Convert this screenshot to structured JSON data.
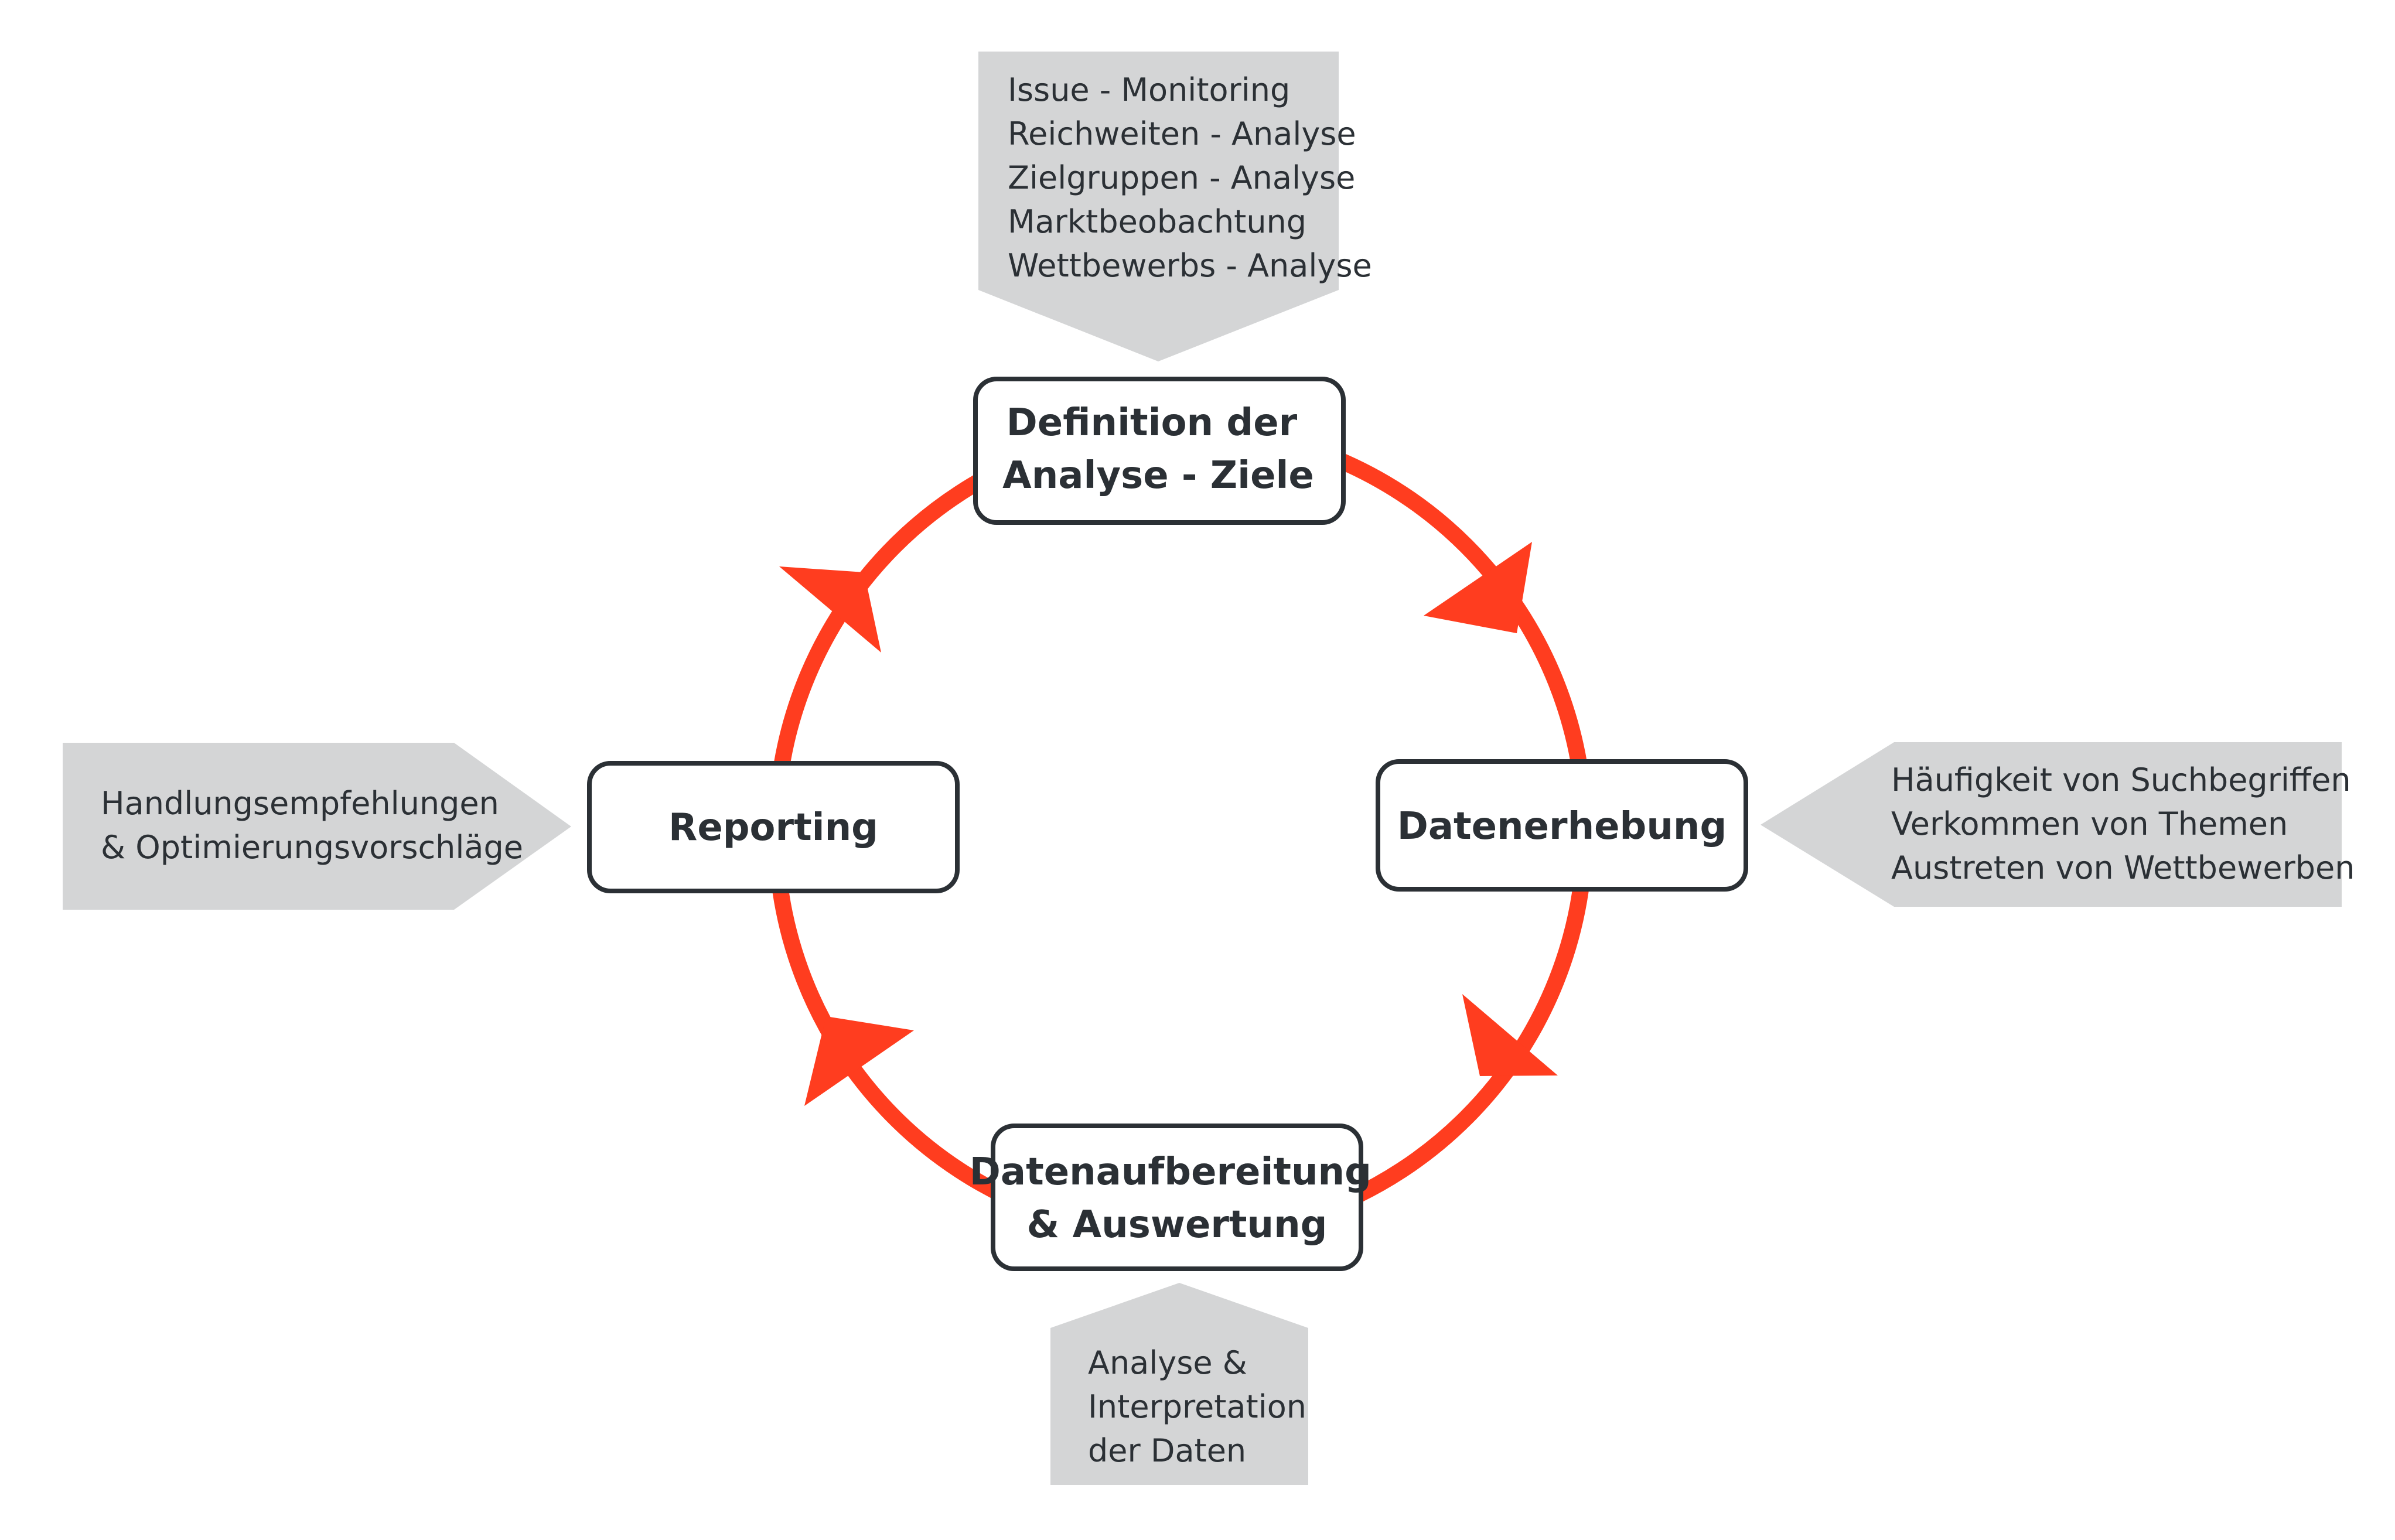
{
  "colors": {
    "cycle": "#ff3d1f",
    "node_border": "#2b3035",
    "node_fill": "#ffffff",
    "note_fill": "#d4d5d6",
    "text": "#2b3035"
  },
  "nodes": {
    "definition": {
      "lines": [
        "Definition der",
        "Analyse - Ziele"
      ]
    },
    "datenerhebung": {
      "lines": [
        "Datenerhebung"
      ]
    },
    "aufbereitung": {
      "lines": [
        "Datenaufbereitung",
        "& Auswertung"
      ]
    },
    "reporting": {
      "lines": [
        "Reporting"
      ]
    }
  },
  "notes": {
    "top": {
      "lines": [
        "Issue - Monitoring",
        "Reichweiten - Analyse",
        "Zielgruppen - Analyse",
        "Marktbeobachtung",
        "Wettbewerbs - Analyse"
      ]
    },
    "right": {
      "lines": [
        "Häufigkeit von Suchbegriffen",
        "Verkommen von Themen",
        "Austreten von Wettbewerben"
      ]
    },
    "bottom": {
      "lines": [
        "Analyse &",
        "Interpretation",
        "der Daten"
      ]
    },
    "left": {
      "lines": [
        "Handlungsempfehlungen",
        "& Optimierungsvorschläge"
      ]
    }
  }
}
